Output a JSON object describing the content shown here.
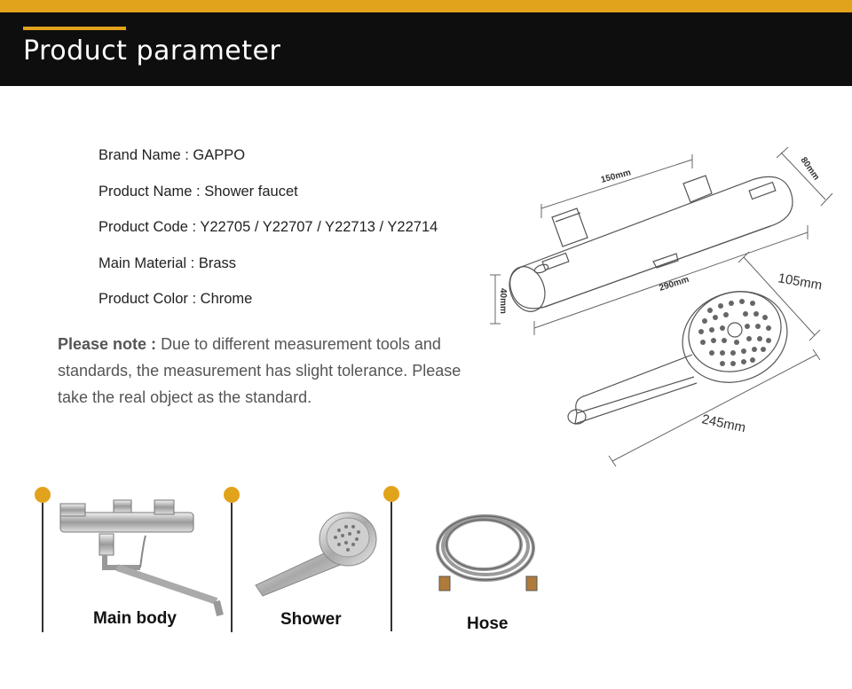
{
  "header": {
    "title": "Product parameter"
  },
  "params": [
    {
      "label": "Brand Name",
      "value": "GAPPO"
    },
    {
      "label": "Product Name",
      "value": "Shower faucet"
    },
    {
      "label": "Product Code",
      "value": "Y22705 / Y22707 / Y22713 / Y22714"
    },
    {
      "label": "Main Material",
      "value": "Brass"
    },
    {
      "label": "Product Color",
      "value": "Chrome"
    }
  ],
  "note": {
    "label": "Please note :",
    "text": "Due to different measurement tools and standards, the measurement has slight tolerance. Please take the real object as the standard."
  },
  "dimensions": {
    "faucet_top": "150mm",
    "faucet_depth": "80mm",
    "faucet_length": "290mm",
    "faucet_height": "40mm",
    "head_width": "105mm",
    "head_length": "245mm"
  },
  "items": [
    {
      "label": "Main body"
    },
    {
      "label": "Shower"
    },
    {
      "label": "Hose"
    }
  ],
  "colors": {
    "accent": "#e2a31c",
    "header_bg": "#0e0e0e"
  }
}
